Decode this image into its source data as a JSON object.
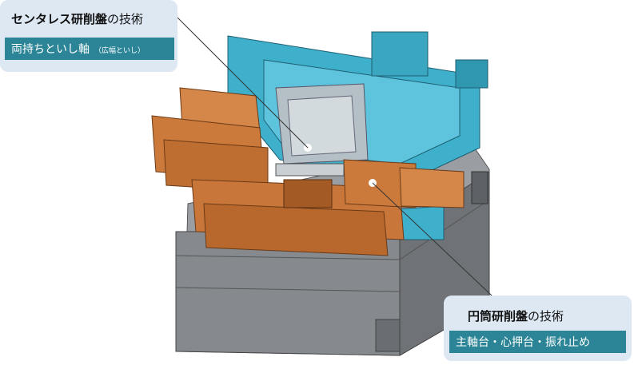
{
  "callouts": {
    "left": {
      "title_bold": "センタレス研削盤",
      "title_rest": "の技術",
      "subtitle": "両持ちといし軸",
      "subtitle_note": "（広幅といし）"
    },
    "right": {
      "title_bold": "円筒研削盤",
      "title_rest": "の技術",
      "subtitle": "主軸台・心押台・振れ止め"
    }
  },
  "colors": {
    "callout_bg": "#dde8f3",
    "callout_bar": "#2b8597",
    "machine_blue": "#3fb0cc",
    "machine_orange": "#cc7a3c",
    "machine_gray": "#8e9196"
  }
}
